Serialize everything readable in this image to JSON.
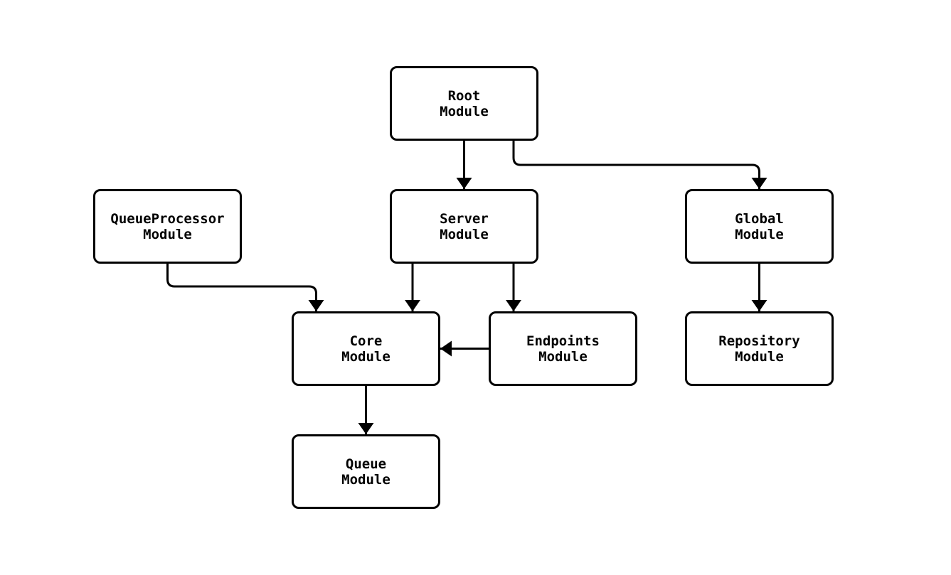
{
  "diagram": {
    "type": "module-dependency-graph",
    "background_color": "#ffffff",
    "node_fill_color": "#ffffff",
    "node_border_color": "#000000",
    "edge_color": "#000000",
    "nodes": {
      "root": {
        "label": "Root\nModule"
      },
      "server": {
        "label": "Server\nModule"
      },
      "queueprocessor": {
        "label": "QueueProcessor\nModule"
      },
      "global": {
        "label": "Global\nModule"
      },
      "core": {
        "label": "Core\nModule"
      },
      "endpoints": {
        "label": "Endpoints\nModule"
      },
      "repository": {
        "label": "Repository\nModule"
      },
      "queue": {
        "label": "Queue\nModule"
      }
    },
    "edges": [
      {
        "from": "Root Module",
        "to": "Server Module"
      },
      {
        "from": "Root Module",
        "to": "Global Module"
      },
      {
        "from": "QueueProcessor Module",
        "to": "Core Module"
      },
      {
        "from": "Server Module",
        "to": "Core Module"
      },
      {
        "from": "Server Module",
        "to": "Endpoints Module"
      },
      {
        "from": "Endpoints Module",
        "to": "Core Module"
      },
      {
        "from": "Core Module",
        "to": "Queue Module"
      },
      {
        "from": "Global Module",
        "to": "Repository Module"
      }
    ]
  }
}
